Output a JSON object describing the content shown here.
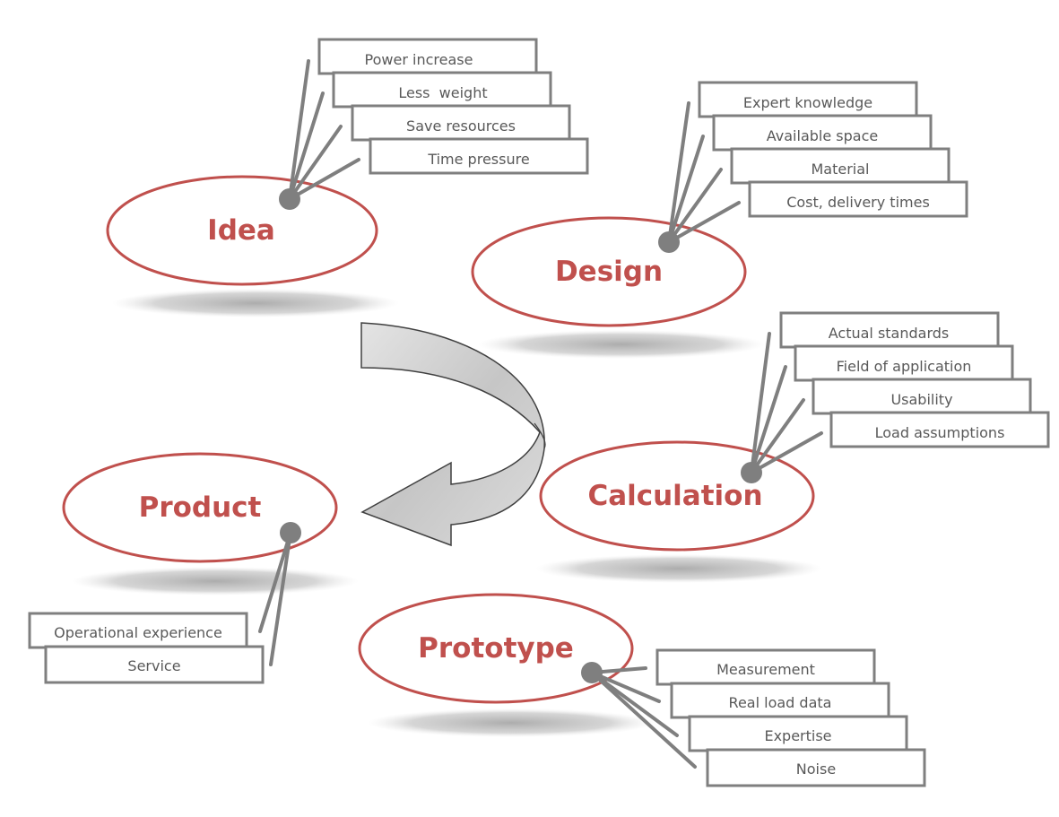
{
  "colors": {
    "accent": "#c0504d",
    "line": "#7f7f7f",
    "tag_text": "#595959",
    "shadow": "#bfbfbf",
    "arrow_fill": "#d0d0d0",
    "arrow_stroke": "#404040"
  },
  "nodes": [
    {
      "id": "idea",
      "label": "Idea",
      "tags": [
        "Power increase",
        "Less  weight",
        "Save resources",
        "Time pressure"
      ]
    },
    {
      "id": "design",
      "label": "Design",
      "tags": [
        "Expert knowledge",
        "Available space",
        "Material",
        "Cost, delivery times"
      ]
    },
    {
      "id": "calculation",
      "label": "Calculation",
      "tags": [
        "Actual standards",
        "Field of application",
        "Usability",
        "Load assumptions"
      ]
    },
    {
      "id": "product",
      "label": "Product",
      "tags": [
        "Operational experience",
        "Service"
      ]
    },
    {
      "id": "prototype",
      "label": "Prototype",
      "tags": [
        "Measurement",
        "Real load data",
        "Expertise",
        "Noise"
      ]
    }
  ]
}
